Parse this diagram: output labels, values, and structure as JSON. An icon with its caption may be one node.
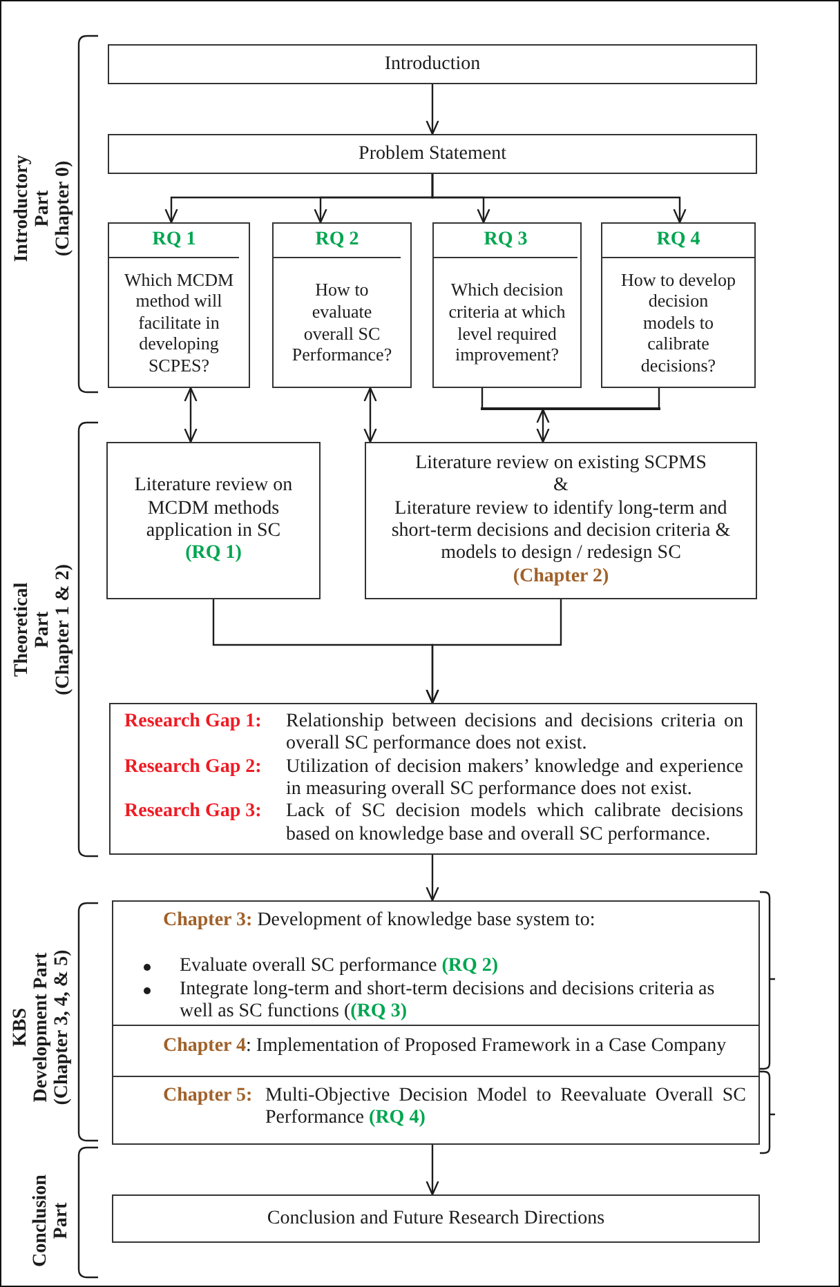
{
  "diagram": {
    "nodes": [
      {
        "text": [
          "Introduction"
        ]
      },
      {
        "text": [
          "Problem Statement"
        ]
      },
      {
        "text": [
          "RQ 1",
          "Which MCDM method will facilitate in developing SCPES?"
        ]
      },
      {
        "text": [
          "RQ 2",
          "How to evaluate overall SC Performance?"
        ]
      },
      {
        "text": [
          "RQ 3",
          "Which decision criteria at which level required improvement?"
        ]
      },
      {
        "text": [
          "RQ 4",
          "How to develop decision models to calibrate decisions?"
        ]
      },
      {
        "text": [],
        "shape": "bar"
      },
      {
        "text": [
          "Literature review on MCDM methods application in SC",
          "(RQ 1)"
        ]
      },
      {
        "text": [
          "Literature review on existing SCPMS",
          "&",
          "Literature review to identify long-term and short-term decisions and decision criteria & models to design / redesign SC",
          "(Chapter 2)"
        ]
      },
      {
        "text": [
          "Research Gap 1:",
          "Relationship between decisions and decisions criteria on overall SC performance does not exist.",
          "Research Gap 2:",
          "Utilization of decision makers’ knowledge and experience in measuring overall SC performance does not exist.",
          "Research Gap 3:",
          "Lack of SC decision models which calibrate decisions based on knowledge base and overall SC performance."
        ]
      },
      {
        "text": [
          "**Chapter 3:** Development of knowledge base system to:",
          "Evaluate overall SC performance **(RQ 2)**",
          "Integrate long-term and short-term decisions and decisions criteria as well as SC functions (**(RQ 3)**"
        ]
      },
      {
        "text": [
          "**Chapter 4**: Implementation of Proposed Framework in a Case Company"
        ]
      },
      {
        "text": [
          "Chapter 5:",
          "Multi-Objective Decision Model to Reevaluate Overall SC Performance **(RQ 4)**"
        ]
      },
      {
        "text": [
          "Conclusion and Future Research Directions"
        ]
      }
    ],
    "edges": [
      {
        "from": 0,
        "to": 1,
        "arrow": "to"
      },
      {
        "from": 1,
        "to": 2,
        "arrow": "to"
      },
      {
        "from": 1,
        "to": 3,
        "arrow": "to"
      },
      {
        "from": 1,
        "to": 4,
        "arrow": "to"
      },
      {
        "from": 1,
        "to": 5,
        "arrow": "to"
      },
      {
        "from": 2,
        "to": 7,
        "arrow": "both"
      },
      {
        "from": 3,
        "to": 8,
        "arrow": "both"
      },
      {
        "from": 4,
        "to": 6,
        "arrow": "none"
      },
      {
        "from": 5,
        "to": 6,
        "arrow": "none"
      },
      {
        "from": 6,
        "to": 8,
        "arrow": "both"
      },
      {
        "from": 7,
        "to": 9,
        "arrow": "to"
      },
      {
        "from": 8,
        "to": 9,
        "arrow": "to"
      },
      {
        "from": 9,
        "to": 10,
        "arrow": "to"
      },
      {
        "from": 12,
        "to": 13,
        "arrow": "to"
      }
    ],
    "labels": [
      "Introductory Part",
      "(Chapter 0)",
      "Theoretical Part",
      "(Chapter 1 & 2)",
      "KBS",
      "Development Part",
      "(Chapter 3, 4, & 5)",
      "Conclusion Part"
    ]
  }
}
